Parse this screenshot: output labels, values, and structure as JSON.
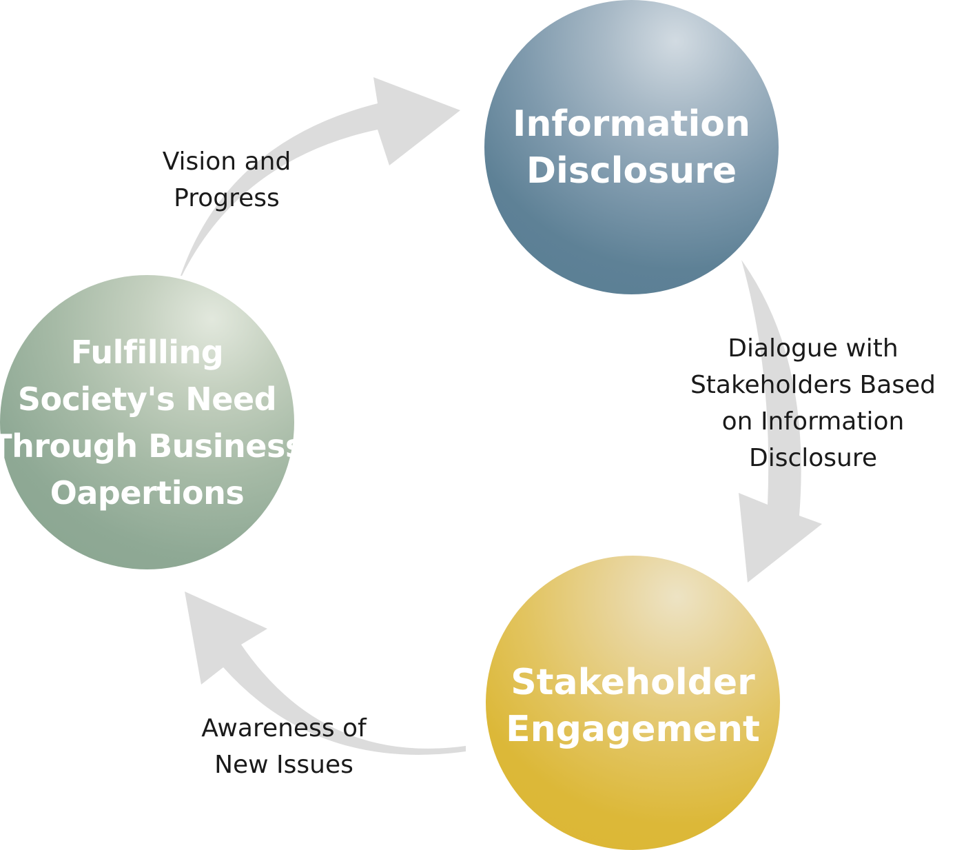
{
  "nodes": {
    "information_disclosure": {
      "lines": [
        "Information",
        "Disclosure"
      ]
    },
    "stakeholder_engagement": {
      "lines": [
        "Stakeholder",
        "Engagement"
      ]
    },
    "fulfilling_society": {
      "lines": [
        "Fulfilling",
        "Society's Need",
        "Through Business",
        "Oapertions"
      ]
    }
  },
  "edges": {
    "vision_progress": {
      "lines": [
        "Vision and",
        "Progress"
      ]
    },
    "dialogue": {
      "lines": [
        "Dialogue with",
        "Stakeholders Based",
        "on Information",
        "Disclosure"
      ]
    },
    "awareness": {
      "lines": [
        "Awareness of",
        "New Issues"
      ]
    }
  },
  "colors": {
    "arrow": "#dcdcdc",
    "info_node": "#5e8196",
    "stake_node": "#dbb634",
    "society_node": "#88a48f",
    "node_text": "#ffffff",
    "edge_text": "#1a1a1a"
  }
}
